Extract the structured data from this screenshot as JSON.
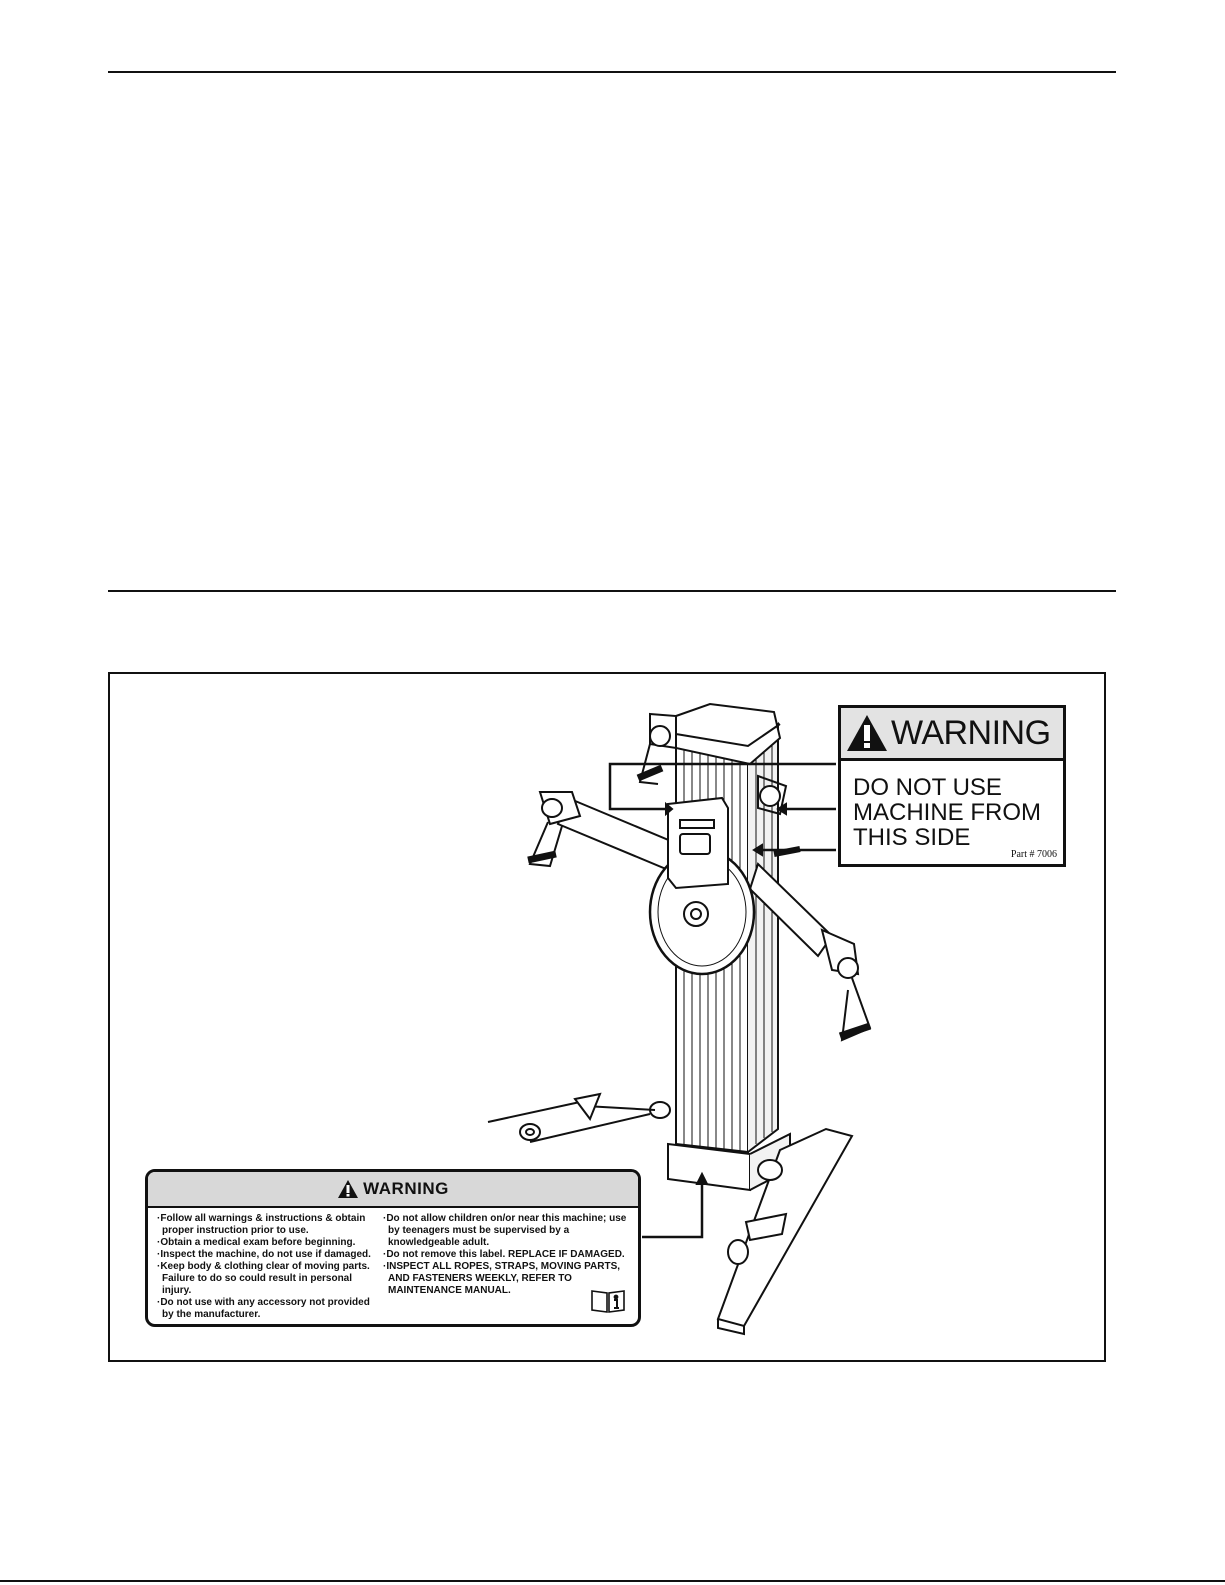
{
  "side_warning_label": {
    "heading": "WARNING",
    "lines": [
      "DO NOT USE",
      "MACHINE FROM",
      "THIS SIDE"
    ],
    "part_number": "Part # 7006"
  },
  "main_warning_label": {
    "heading": "WARNING",
    "left_items": [
      "·Follow all warnings & instructions & obtain proper instruction prior to use.",
      "·Obtain a medical exam before beginning.",
      "·Inspect the machine, do not use if damaged.",
      "·Keep body & clothing clear of moving parts. Failure to do so could result in personal injury.",
      "·Do not use with any accessory not provided by the manufacturer."
    ],
    "right_items": [
      "·Do not allow children on/or near this machine; use by teenagers must be supervised by a knowledgeable adult.",
      "·Do not remove this label. REPLACE IF DAMAGED.",
      "·INSPECT ALL ROPES, STRAPS, MOVING PARTS, AND FASTENERS WEEKLY, REFER TO MAINTENANCE MANUAL."
    ]
  },
  "icons": {
    "warning": "warning-triangle-icon",
    "manual": "read-manual-icon"
  }
}
